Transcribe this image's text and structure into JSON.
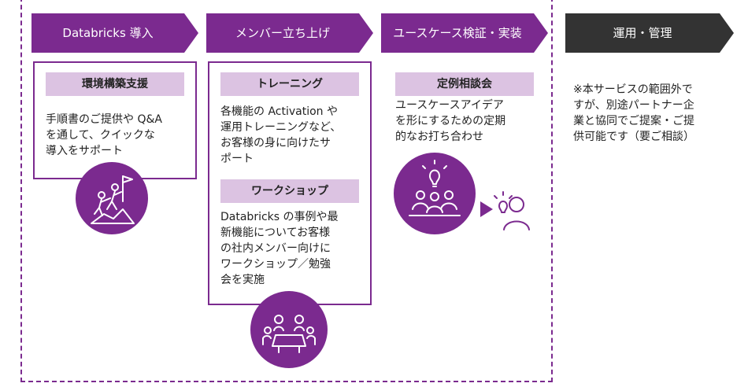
{
  "phases": [
    {
      "label": "Databricks 導入"
    },
    {
      "label": "メンバー立ち上げ"
    },
    {
      "label": "ユースケース検証・実装"
    },
    {
      "label": "運用・管理"
    }
  ],
  "colors": {
    "accent": "#7b2a8f",
    "tag_bg": "#dcc3e2",
    "dark_phase": "#333333"
  },
  "cards": {
    "env_support": {
      "title": "環境構築支援",
      "body": [
        "手順書のご提供や Q&A",
        "を通して、クイックな",
        "導入をサポート"
      ],
      "icon": "climbing-team-icon"
    },
    "training": {
      "title": "トレーニング",
      "body": [
        "各機能の Activation や",
        "運用トレーニングなど、",
        "お客様の身に向けたサ",
        "ポート"
      ]
    },
    "workshop": {
      "title": "ワークショップ",
      "body": [
        "Databricks の事例や最",
        "新機能についてお客様",
        "の社内メンバー向けに",
        "ワークショップ／勉強",
        "会を実施"
      ],
      "icon": "meeting-table-icon"
    },
    "consulting": {
      "title": "定例相談会",
      "body": [
        "ユースケースアイデア",
        "を形にするための定期",
        "的なお打ち合わせ"
      ],
      "icon": "idea-meeting-icon",
      "arrow_icon": "play-arrow-icon",
      "person_icon": "person-idea-icon"
    }
  },
  "note": [
    "※本サービスの範囲外で",
    "すが、別途パートナー企",
    "業と協同でご提案・ご提",
    "供可能です（要ご相談）"
  ]
}
